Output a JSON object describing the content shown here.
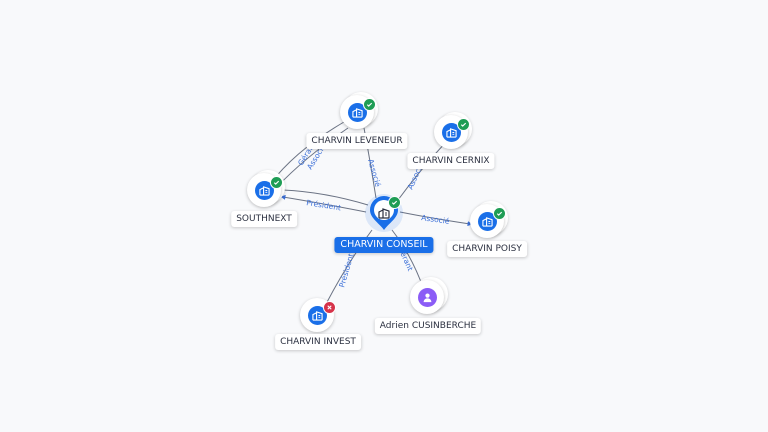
{
  "colors": {
    "company": "#1a6fe8",
    "person": "#8b5cf6",
    "active_badge": "#1f9d55",
    "closed_badge": "#d6334a",
    "edge": "#6b7384",
    "edge_label": "#3b6fd8"
  },
  "center": {
    "label": "CHARVIN CONSEIL",
    "icon": "building-icon",
    "status": "active"
  },
  "nodes": [
    {
      "key": "leveneur",
      "label": "CHARVIN LEVENEUR",
      "type": "company",
      "icon": "building-icon",
      "status": "active"
    },
    {
      "key": "cernix",
      "label": "CHARVIN CERNIX",
      "type": "company",
      "icon": "building-icon",
      "status": "active"
    },
    {
      "key": "southnext",
      "label": "SOUTHNEXT",
      "type": "company",
      "icon": "building-icon",
      "status": "active"
    },
    {
      "key": "poisy",
      "label": "CHARVIN POISY",
      "type": "company",
      "icon": "building-icon",
      "status": "active"
    },
    {
      "key": "invest",
      "label": "CHARVIN INVEST",
      "type": "company",
      "icon": "building-icon",
      "status": "closed"
    },
    {
      "key": "adrien",
      "label": "Adrien CUSINBERCHE",
      "type": "person",
      "icon": "person-icon",
      "status": ""
    }
  ],
  "edges": [
    {
      "key": "e-leveneur",
      "label": "Associé"
    },
    {
      "key": "e-cernix",
      "label": "Associé"
    },
    {
      "key": "e-southnext",
      "label": "Président"
    },
    {
      "key": "e-poisy",
      "label": "Associé"
    },
    {
      "key": "e-invest",
      "label": "Président"
    },
    {
      "key": "e-adrien",
      "label": "Gérant"
    },
    {
      "key": "e-south-lev",
      "label": "Gérant"
    },
    {
      "key": "e-south-lev2",
      "label": "Associé"
    }
  ]
}
